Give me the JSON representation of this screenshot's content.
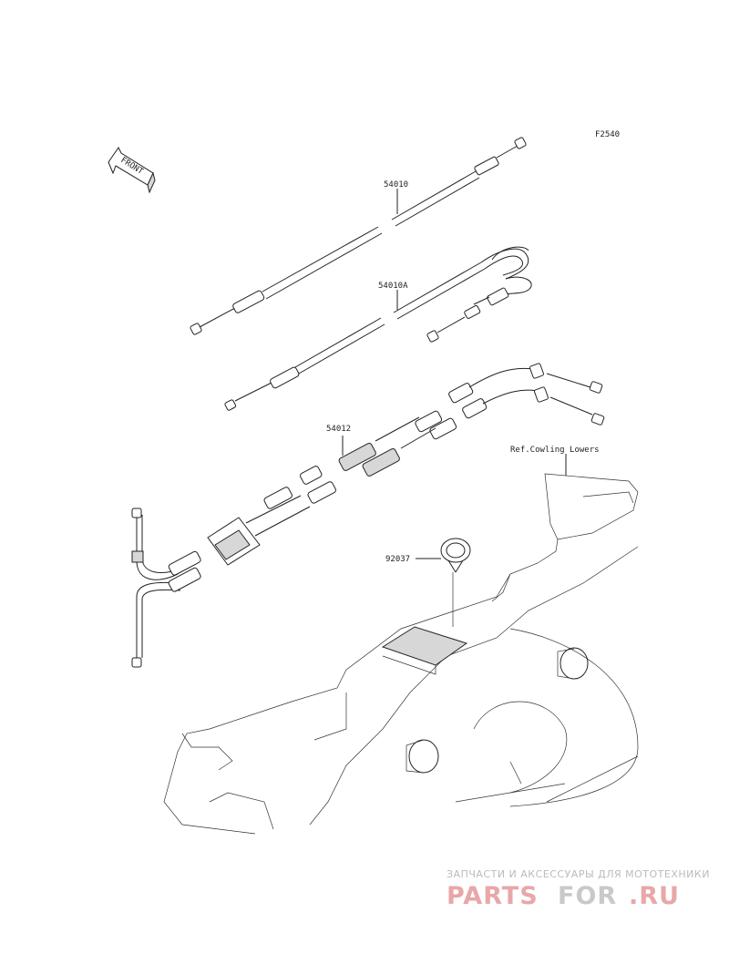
{
  "figure_code": "F2540",
  "front_arrow_label": "FRONT",
  "parts": {
    "cable_a": "54010",
    "cable_b": "54010A",
    "cable_c": "54012",
    "grommet": "92037"
  },
  "reference_note": "Ref.Cowling Lowers",
  "watermark": {
    "tagline": "ЗАПЧАСТИ И АКСЕССУАРЫ ДЛЯ МОТОТЕХНИКИ",
    "brand_part1": "PARTS",
    "brand_part2": "FOR",
    "brand_part3": ".RU",
    "color_red": "#e8a7a9",
    "color_gray": "#c9c9c9"
  }
}
